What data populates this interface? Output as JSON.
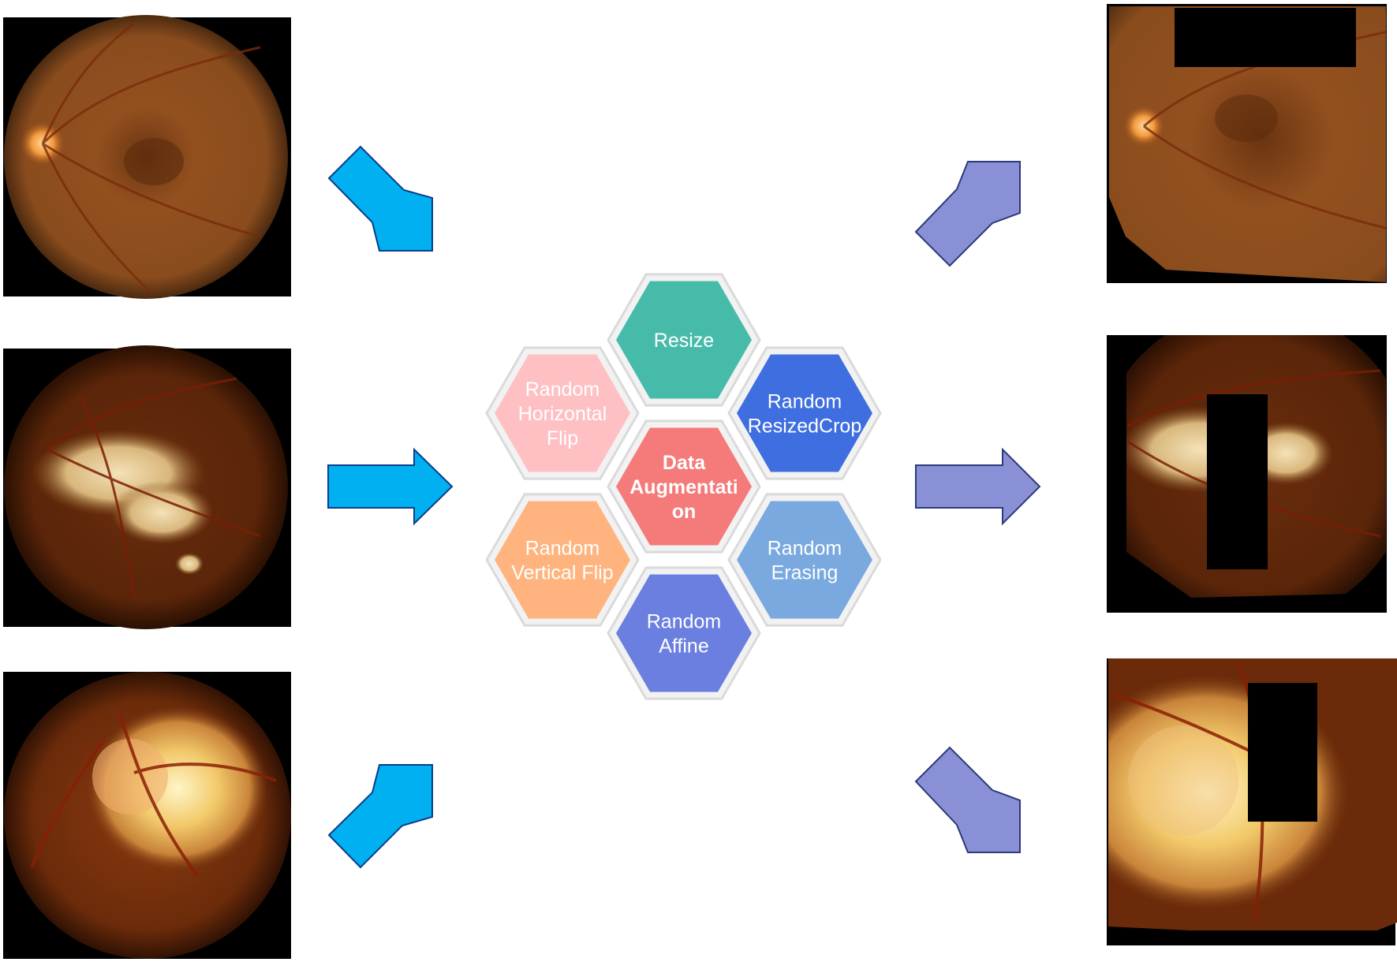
{
  "diagram": {
    "center": {
      "lines": [
        "Data",
        "Augmentati",
        "on"
      ],
      "fill": "#F57A7A"
    },
    "operations": {
      "resize": {
        "lines": [
          "Resize"
        ],
        "fill": "#47BBAA"
      },
      "random_horizontal_flip": {
        "lines": [
          "Random",
          "Horizontal",
          "Flip"
        ],
        "fill": "#FFC0C4"
      },
      "random_resized_crop": {
        "lines": [
          "Random",
          "ResizedCrop"
        ],
        "fill": "#3F6EE0"
      },
      "random_vertical_flip": {
        "lines": [
          "Random",
          "Vertical Flip"
        ],
        "fill": "#FFB47F"
      },
      "random_erasing": {
        "lines": [
          "Random",
          "Erasing"
        ],
        "fill": "#7AA9E0"
      },
      "random_affine": {
        "lines": [
          "Random",
          "Affine"
        ],
        "fill": "#6A7FE0"
      }
    },
    "hex_border_color": "#DADADA",
    "input_arrow_color": "#00B0F0",
    "output_arrow_color": "#8990D6",
    "inputs": [
      {
        "kind": "normal-fundus-image"
      },
      {
        "kind": "atrophy-fundus-image"
      },
      {
        "kind": "myopic-fundus-image"
      }
    ],
    "outputs": [
      {
        "kind": "augmented-normal-fundus-image"
      },
      {
        "kind": "augmented-atrophy-fundus-image"
      },
      {
        "kind": "augmented-myopic-fundus-image"
      }
    ]
  }
}
